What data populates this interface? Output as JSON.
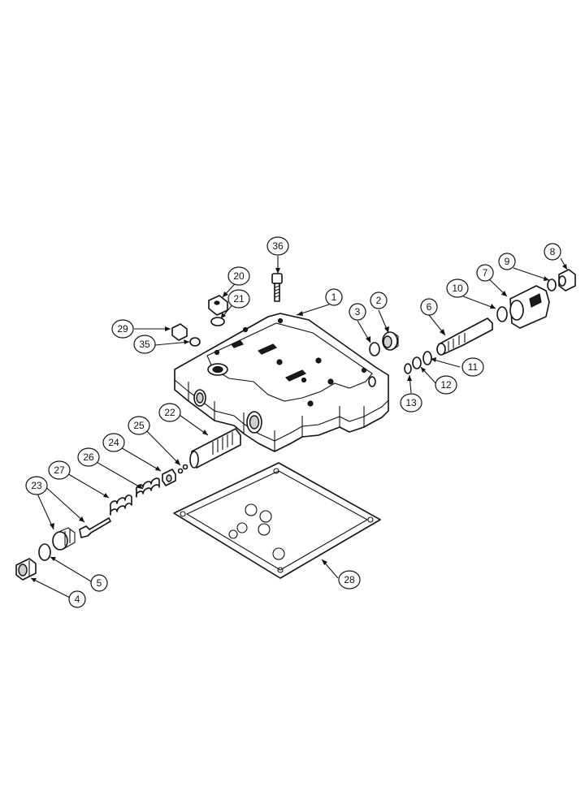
{
  "callouts": [
    {
      "id": "c1",
      "label": "1"
    },
    {
      "id": "c2",
      "label": "2"
    },
    {
      "id": "c3",
      "label": "3"
    },
    {
      "id": "c4",
      "label": "4"
    },
    {
      "id": "c5",
      "label": "5"
    },
    {
      "id": "c6",
      "label": "6"
    },
    {
      "id": "c7",
      "label": "7"
    },
    {
      "id": "c8",
      "label": "8"
    },
    {
      "id": "c9",
      "label": "9"
    },
    {
      "id": "c10",
      "label": "10"
    },
    {
      "id": "c11",
      "label": "11"
    },
    {
      "id": "c12",
      "label": "12"
    },
    {
      "id": "c13",
      "label": "13"
    },
    {
      "id": "c20",
      "label": "20"
    },
    {
      "id": "c21",
      "label": "21"
    },
    {
      "id": "c22",
      "label": "22"
    },
    {
      "id": "c23",
      "label": "23"
    },
    {
      "id": "c24",
      "label": "24"
    },
    {
      "id": "c25",
      "label": "25"
    },
    {
      "id": "c26",
      "label": "26"
    },
    {
      "id": "c27",
      "label": "27"
    },
    {
      "id": "c28",
      "label": "28"
    },
    {
      "id": "c29",
      "label": "29"
    },
    {
      "id": "c35",
      "label": "35"
    },
    {
      "id": "c36",
      "label": "36"
    }
  ]
}
